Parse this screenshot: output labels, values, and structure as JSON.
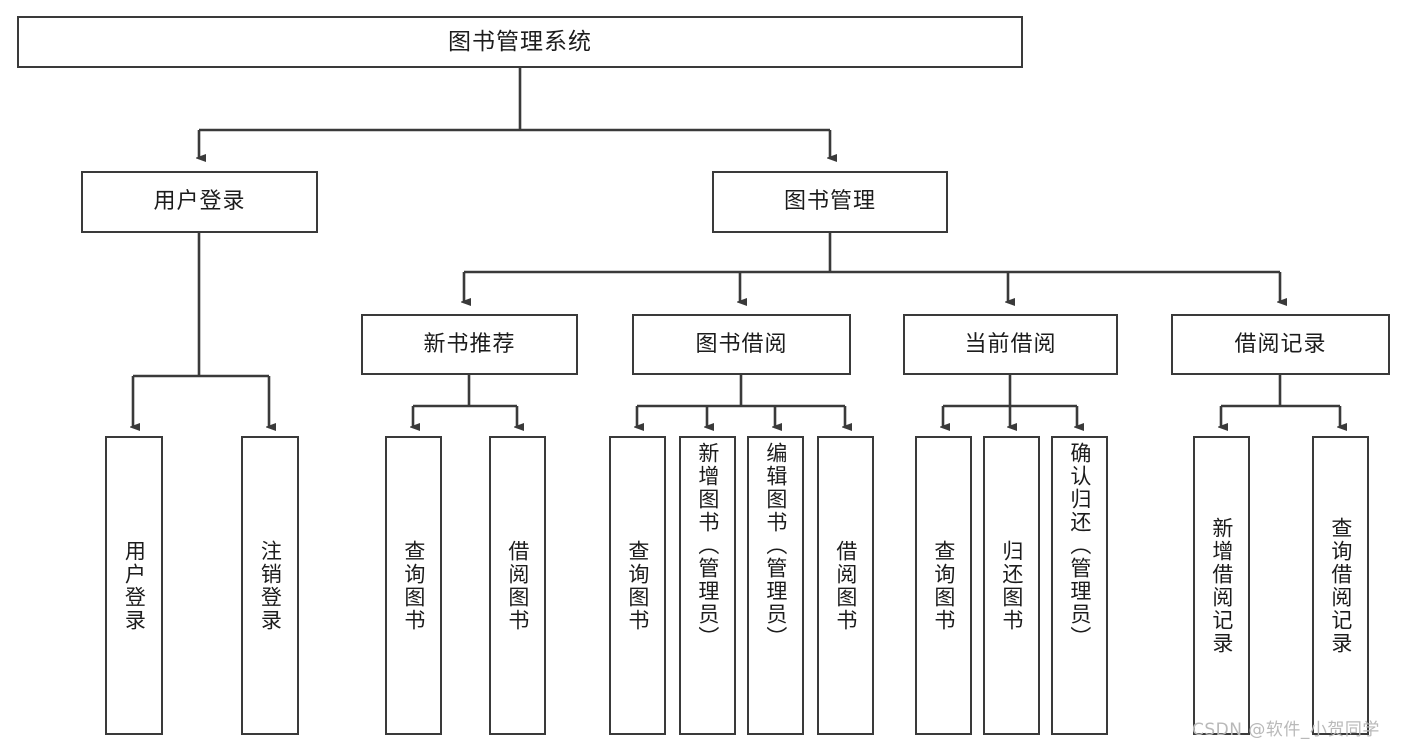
{
  "diagram": {
    "title": "图书管理系统",
    "type": "hierarchy-tree",
    "watermark": "CSDN @软件_小贺同学",
    "colors": {
      "background": "#ffffff",
      "box_border": "#3a3a3a",
      "box_fill": "#ffffff",
      "connector": "#3a3a3a",
      "text": "#1c1c1c",
      "watermark": "#b9b9b9"
    },
    "levels": {
      "level1": [
        {
          "id": "root",
          "label": "图书管理系统",
          "orientation": "horizontal"
        }
      ],
      "level2": [
        {
          "id": "user-login",
          "label": "用户登录",
          "orientation": "horizontal"
        },
        {
          "id": "book-manage",
          "label": "图书管理",
          "orientation": "horizontal"
        }
      ],
      "level3": [
        {
          "id": "new-book-rec",
          "label": "新书推荐",
          "orientation": "horizontal",
          "parent": "book-manage"
        },
        {
          "id": "book-borrow",
          "label": "图书借阅",
          "orientation": "horizontal",
          "parent": "book-manage"
        },
        {
          "id": "current-borrow",
          "label": "当前借阅",
          "orientation": "horizontal",
          "parent": "book-manage"
        },
        {
          "id": "borrow-record",
          "label": "借阅记录",
          "orientation": "horizontal",
          "parent": "book-manage"
        }
      ],
      "leaves": [
        {
          "id": "leaf-user-login",
          "label": "用户登录",
          "parent": "user-login"
        },
        {
          "id": "leaf-logout-login",
          "label": "注销登录",
          "parent": "user-login"
        },
        {
          "id": "leaf-query-book-1",
          "label": "查询图书",
          "parent": "new-book-rec"
        },
        {
          "id": "leaf-borrow-book-1",
          "label": "借阅图书",
          "parent": "new-book-rec"
        },
        {
          "id": "leaf-query-book-2",
          "label": "查询图书",
          "parent": "book-borrow"
        },
        {
          "id": "leaf-add-book",
          "label": "新增图书（管理员）",
          "parent": "book-borrow"
        },
        {
          "id": "leaf-edit-book",
          "label": "编辑图书（管理员）",
          "parent": "book-borrow"
        },
        {
          "id": "leaf-borrow-book-2",
          "label": "借阅图书",
          "parent": "book-borrow"
        },
        {
          "id": "leaf-query-book-3",
          "label": "查询图书",
          "parent": "current-borrow"
        },
        {
          "id": "leaf-return-book",
          "label": "归还图书",
          "parent": "current-borrow"
        },
        {
          "id": "leaf-confirm-return",
          "label": "确认归还（管理员）",
          "parent": "current-borrow"
        },
        {
          "id": "leaf-add-record",
          "label": "新增借阅记录",
          "parent": "borrow-record"
        },
        {
          "id": "leaf-query-record",
          "label": "查询借阅记录",
          "parent": "borrow-record"
        }
      ]
    }
  }
}
